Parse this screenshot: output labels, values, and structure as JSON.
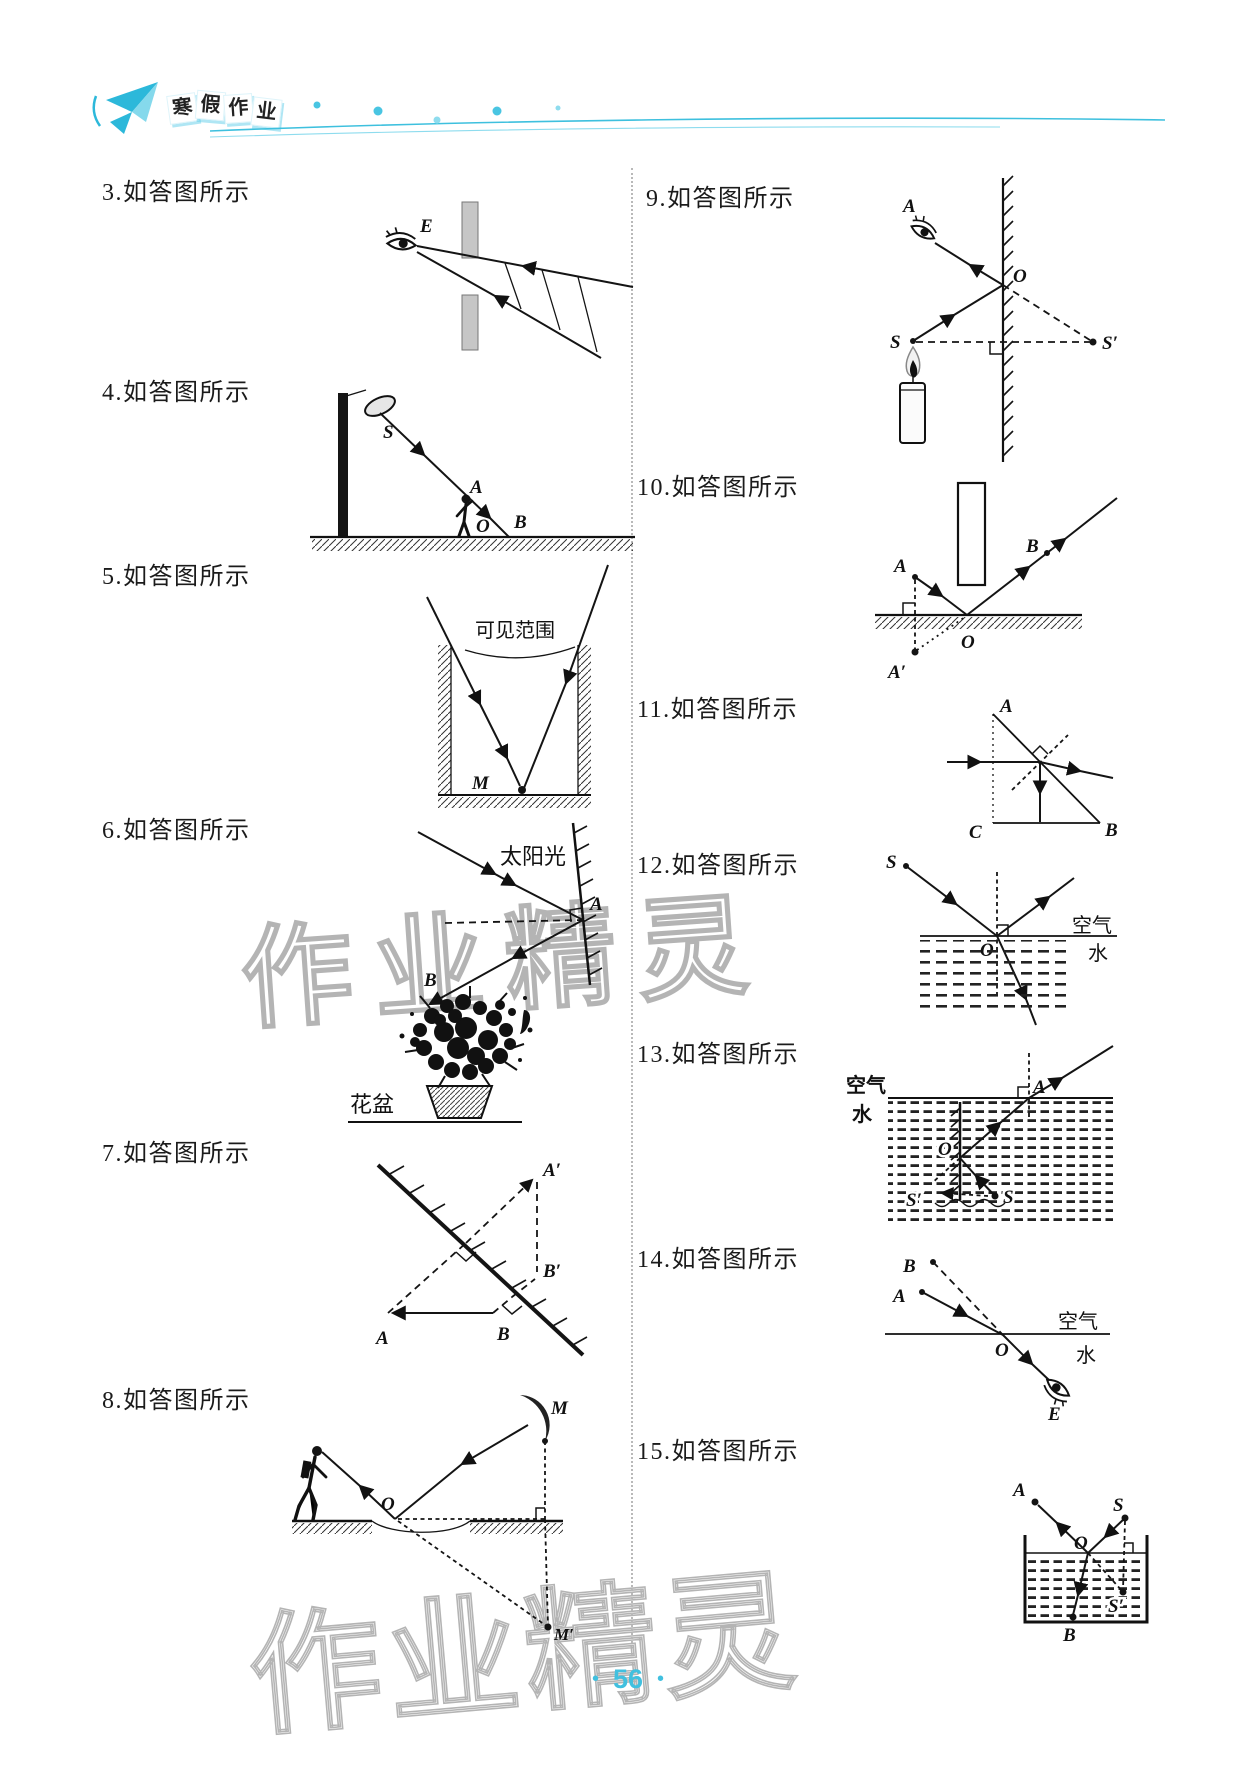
{
  "header": {
    "title": "寒假作业",
    "tiles": [
      "寒",
      "假",
      "作",
      "业"
    ]
  },
  "watermark": {
    "text": "作业精灵"
  },
  "footer": {
    "dot_left": "•",
    "page_number": "56",
    "dot_right": "•"
  },
  "figures": {
    "f3": {
      "caption": "3.如答图所示",
      "label_e": "E"
    },
    "f4": {
      "caption": "4.如答图所示",
      "label_s": "S",
      "label_a": "A",
      "label_o": "O",
      "label_b": "B"
    },
    "f5": {
      "caption": "5.如答图所示",
      "visible_range": "可见范围",
      "label_m": "M"
    },
    "f6": {
      "caption": "6.如答图所示",
      "sunlight": "太阳光",
      "label_a": "A",
      "label_b": "B",
      "flower_pot": "花盆"
    },
    "f7": {
      "caption": "7.如答图所示",
      "label_a": "A",
      "label_b": "B",
      "label_a_img": "A′",
      "label_b_img": "B′"
    },
    "f8": {
      "caption": "8.如答图所示",
      "label_m": "M",
      "label_o": "O",
      "label_m_img": "M′"
    },
    "f9": {
      "caption": "9.如答图所示",
      "label_a": "A",
      "label_o": "O",
      "label_s": "S",
      "label_s_img": "S′"
    },
    "f10": {
      "caption": "10.如答图所示",
      "label_a": "A",
      "label_b": "B",
      "label_o": "O",
      "label_a_img": "A′"
    },
    "f11": {
      "caption": "11.如答图所示",
      "label_a": "A",
      "label_b": "B",
      "label_c": "C"
    },
    "f12": {
      "caption": "12.如答图所示",
      "label_s": "S",
      "label_o": "O",
      "air": "空气",
      "water": "水"
    },
    "f13": {
      "caption": "13.如答图所示",
      "air": "空气",
      "water": "水",
      "label_a": "A",
      "label_o": "O",
      "label_s": "S",
      "label_s_img": "S′"
    },
    "f14": {
      "caption": "14.如答图所示",
      "label_b": "B",
      "label_a": "A",
      "label_o": "O",
      "label_e": "E",
      "air": "空气",
      "water": "水"
    },
    "f15": {
      "caption": "15.如答图所示",
      "label_a": "A",
      "label_s": "S",
      "label_o": "O",
      "label_b": "B",
      "label_s_img": "S′"
    }
  }
}
